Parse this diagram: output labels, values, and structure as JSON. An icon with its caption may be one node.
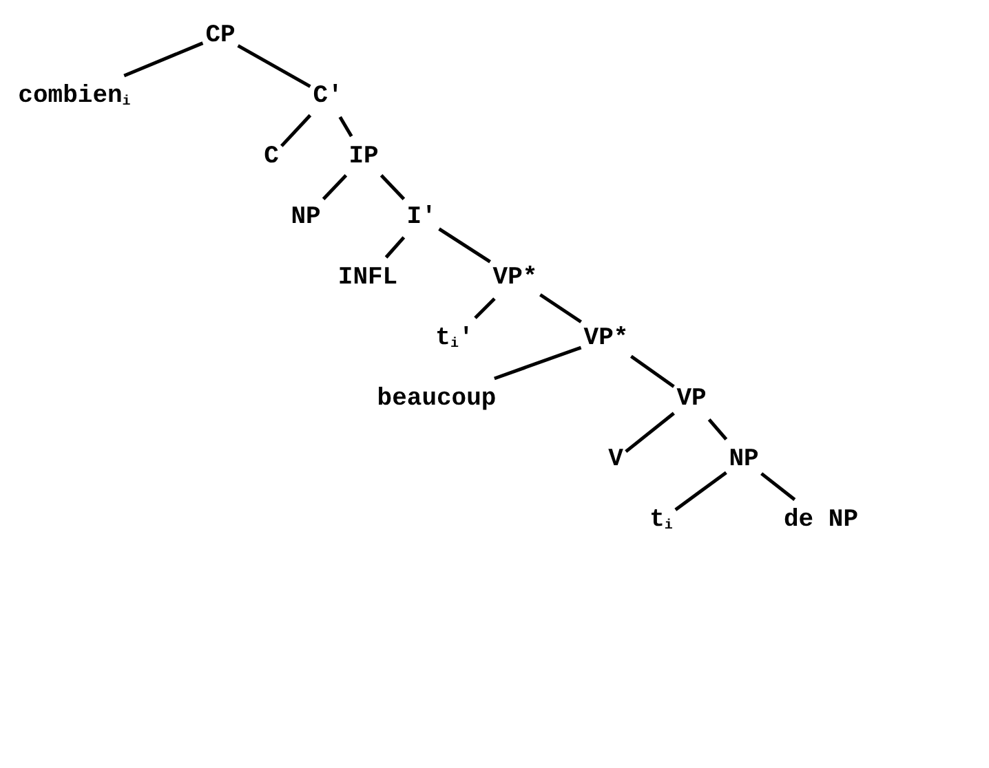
{
  "diagram": {
    "nodes": [
      {
        "text": [
          "CP"
        ]
      },
      {
        "text": [
          "combien$_{i}$"
        ]
      },
      {
        "text": [
          "C′"
        ]
      },
      {
        "text": [
          "C"
        ]
      },
      {
        "text": [
          "IP"
        ]
      },
      {
        "text": [
          "NP"
        ]
      },
      {
        "text": [
          "I′"
        ]
      },
      {
        "text": [
          "INFL"
        ]
      },
      {
        "text": [
          "VP*"
        ]
      },
      {
        "text": [
          "t$_{i}$′"
        ]
      },
      {
        "text": [
          "VP*"
        ]
      },
      {
        "text": [
          "beaucoup"
        ]
      },
      {
        "text": [
          "VP"
        ]
      },
      {
        "text": [
          "V"
        ]
      },
      {
        "text": [
          "NP"
        ]
      },
      {
        "text": [
          "t$_{i}$"
        ]
      },
      {
        "text": [
          "de NP"
        ]
      }
    ],
    "edges": [
      {
        "from": 0,
        "to": 1,
        "arrow": "none"
      },
      {
        "from": 0,
        "to": 2,
        "arrow": "none"
      },
      {
        "from": 2,
        "to": 3,
        "arrow": "none"
      },
      {
        "from": 2,
        "to": 4,
        "arrow": "none"
      },
      {
        "from": 4,
        "to": 5,
        "arrow": "none"
      },
      {
        "from": 4,
        "to": 6,
        "arrow": "none"
      },
      {
        "from": 6,
        "to": 7,
        "arrow": "none"
      },
      {
        "from": 6,
        "to": 8,
        "arrow": "none"
      },
      {
        "from": 8,
        "to": 9,
        "arrow": "none"
      },
      {
        "from": 8,
        "to": 10,
        "arrow": "none"
      },
      {
        "from": 10,
        "to": 11,
        "arrow": "none"
      },
      {
        "from": 10,
        "to": 12,
        "arrow": "none"
      },
      {
        "from": 12,
        "to": 13,
        "arrow": "none"
      },
      {
        "from": 12,
        "to": 14,
        "arrow": "none"
      },
      {
        "from": 14,
        "to": 15,
        "arrow": "none"
      },
      {
        "from": 14,
        "to": 16,
        "arrow": "none"
      }
    ]
  }
}
